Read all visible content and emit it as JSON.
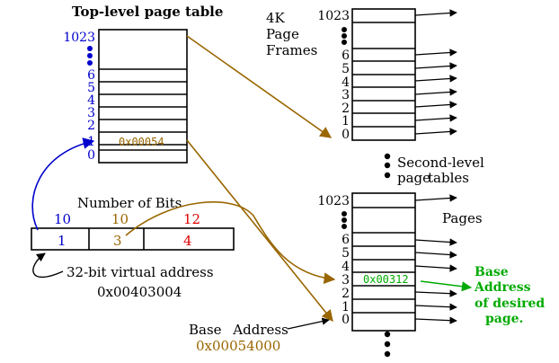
{
  "colors": {
    "black": "#000000",
    "blue": "#0000cc",
    "brown": "#996600",
    "red": "#dd0000",
    "green": "#00aa00"
  },
  "top_table": {
    "title": "Top-level page table",
    "top_index": "1023",
    "indices": [
      "6",
      "5",
      "4",
      "3",
      "2",
      "1",
      "0"
    ],
    "entry_value": "0x00054"
  },
  "frames": {
    "label": [
      "4K",
      "Page",
      "Frames"
    ],
    "top_index": "1023",
    "indices": [
      "6",
      "5",
      "4",
      "3",
      "2",
      "1",
      "0"
    ]
  },
  "second_level": {
    "label": [
      "Second-level",
      "page",
      "tables"
    ]
  },
  "pages": {
    "label": "Pages",
    "top_index": "1023",
    "indices": [
      "6",
      "5",
      "4",
      "3",
      "2",
      "1",
      "0"
    ],
    "entry_value": "0x00312"
  },
  "address": {
    "bits_heading": "Number of Bits",
    "bit_counts": [
      "10",
      "10",
      "12"
    ],
    "field_values": [
      "1",
      "3",
      "4"
    ],
    "caption": "32-bit virtual address",
    "value": "0x00403004"
  },
  "base_address": {
    "label": "Base Address",
    "value": "0x00054000"
  },
  "desired_page": {
    "label": [
      "Base",
      "Address",
      "of desired",
      "page."
    ]
  }
}
